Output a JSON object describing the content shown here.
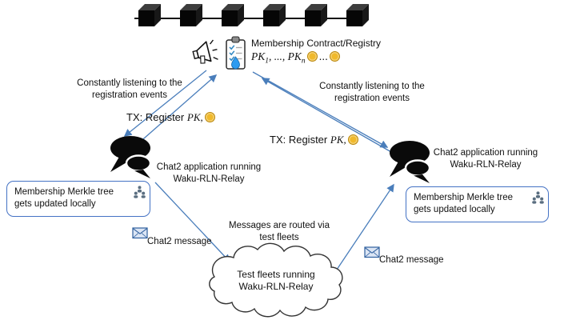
{
  "colors": {
    "arrow": "#4a7ebb",
    "box_border": "#4472c4",
    "coin": "#f0b92c"
  },
  "contract": {
    "title": "Membership Contract/Registry",
    "pk_label": "PK",
    "pk_first_sub": "1",
    "keys_mid": ", ..., ",
    "pk_label2": "PK",
    "pk_last_sub": "n",
    "keys_dots": "..."
  },
  "left": {
    "listening": "Constantly listening to the registration events",
    "tx_prefix": "TX: Register",
    "tx_pk": "PK,",
    "app_label": "Chat2 application running Waku-RLN-Relay",
    "merkle_box": "Membership Merkle tree gets updated locally",
    "message_label": "Chat2 message"
  },
  "right": {
    "listening": "Constantly listening to the registration events",
    "tx_prefix": "TX: Register",
    "tx_pk": "PK,",
    "app_label": "Chat2 application running Waku-RLN-Relay",
    "merkle_box": "Membership Merkle tree gets updated locally",
    "message_label": "Chat2 message"
  },
  "center": {
    "routing_note": "Messages are routed via test fleets",
    "cloud_label": "Test fleets running Waku-RLN-Relay"
  }
}
